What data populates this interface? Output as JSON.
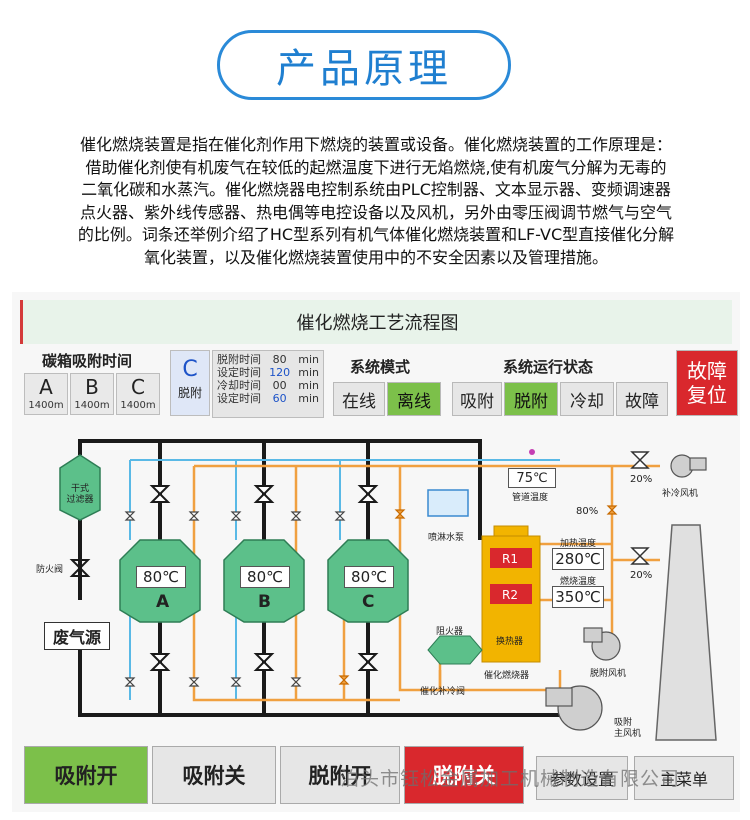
{
  "title": "产品原理",
  "intro_lines": [
    "催化燃烧装置是指在催化剂作用下燃烧的装置或设备。催化燃烧装置的工作原理是：",
    "借助催化剂使有机废气在较低的起燃温度下进行无焰燃烧,使有机废气分解为无毒的",
    "二氧化碳和水蒸汽。催化燃烧器电控制系统由PLC控制器、文本显示器、变频调速器",
    "点火器、紫外线传感器、热电偶等电控设备以及风机，另外由零压阀调节燃气与空气",
    "的比例。词条还举例介绍了HC型系列有机气体催化燃烧装置和LF-VC型直接催化分解",
    "氧化装置，以及催化燃烧装置使用中的不安全因素以及管理措施。"
  ],
  "panel_title": "催化燃烧工艺流程图",
  "carbon_box": {
    "label": "碳箱吸附时间",
    "tiles": [
      {
        "letter": "A",
        "time": "1400m"
      },
      {
        "letter": "B",
        "time": "1400m"
      },
      {
        "letter": "C",
        "time": "1400m"
      }
    ]
  },
  "desorb_tile": {
    "letter": "C",
    "label": "脱附"
  },
  "timers": [
    {
      "name": "脱附时间",
      "value": "80",
      "unit": "min"
    },
    {
      "name": "设定时间",
      "value": "120",
      "unit": "min"
    },
    {
      "name": "冷却时间",
      "value": "00",
      "unit": "min"
    },
    {
      "name": "设定时间",
      "value": "60",
      "unit": "min"
    }
  ],
  "system_mode": {
    "label": "系统模式",
    "options": [
      "在线",
      "离线"
    ],
    "active": "离线"
  },
  "run_state": {
    "label": "系统运行状态",
    "options": [
      "吸附",
      "脱附",
      "冷却",
      "故障"
    ],
    "active": "脱附"
  },
  "fault_reset": {
    "line1": "故障",
    "line2": "复位"
  },
  "diagram": {
    "filter": "干式\n过滤器",
    "fire_valve": "防火阀",
    "waste_source": "废气源",
    "tanks": [
      {
        "letter": "A",
        "temp": "80℃"
      },
      {
        "letter": "B",
        "temp": "80℃"
      },
      {
        "letter": "C",
        "temp": "80℃"
      }
    ],
    "pipe_temp": "75℃",
    "pipe_temp_label": "管道温度",
    "spray_pump": "喷淋水泵",
    "valve_pct_1": "80%",
    "valve_pct_2": "20%",
    "valve_pct_3": "20%",
    "cool_fan": "补冷风机",
    "heater": {
      "r1": "R1",
      "r2": "R2",
      "exchanger": "换热器",
      "burner": "催化燃烧器"
    },
    "heat_temp_label": "加热温度",
    "heat_temp": "280℃",
    "burn_temp_label": "燃烧温度",
    "burn_temp": "350℃",
    "arrester": "阻火器",
    "cool_valve": "催化补冷阀",
    "desorb_fan": "脱附风机",
    "main_fan": "吸附\n主风机"
  },
  "bottom_buttons": [
    {
      "label": "吸附开",
      "style": "green"
    },
    {
      "label": "吸附关",
      "style": "gray"
    },
    {
      "label": "脱附开",
      "style": "gray"
    },
    {
      "label": "脱附关",
      "style": "red"
    },
    {
      "label": "参数设置",
      "style": "gray"
    },
    {
      "label": "主菜单",
      "style": "gray"
    }
  ],
  "watermark": "泊头市钰松金属加工机械制造有限公司",
  "colors": {
    "accent_blue": "#2a8ad8",
    "green": "#7cc04a",
    "red": "#d9282d",
    "tank": "#5cc08a",
    "orange_pipe": "#f0a040",
    "heater": "#f2b400"
  }
}
